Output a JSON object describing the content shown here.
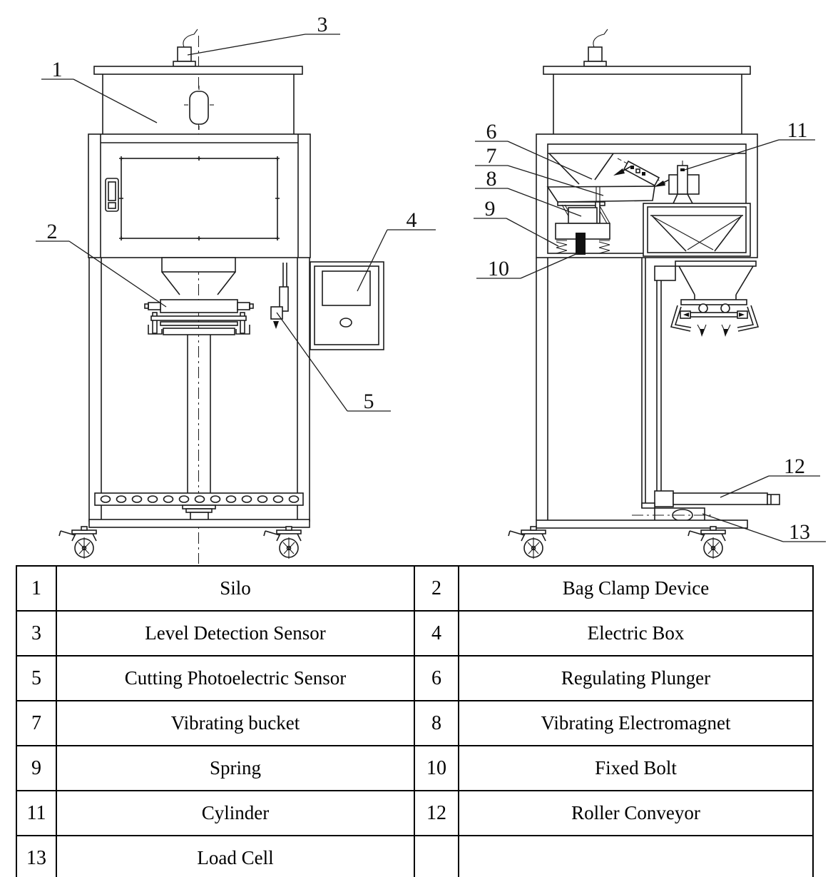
{
  "figure": {
    "callouts": [
      "1",
      "2",
      "3",
      "4",
      "5",
      "6",
      "7",
      "8",
      "9",
      "10",
      "11",
      "12",
      "13"
    ]
  },
  "parts_table": {
    "rows": [
      {
        "no_l": "1",
        "name_l": "Silo",
        "no_r": "2",
        "name_r": "Bag Clamp Device"
      },
      {
        "no_l": "3",
        "name_l": "Level Detection Sensor",
        "no_r": "4",
        "name_r": "Electric Box"
      },
      {
        "no_l": "5",
        "name_l": "Cutting Photoelectric Sensor",
        "no_r": "6",
        "name_r": "Regulating Plunger"
      },
      {
        "no_l": "7",
        "name_l": "Vibrating bucket",
        "no_r": "8",
        "name_r": "Vibrating Electromagnet"
      },
      {
        "no_l": "9",
        "name_l": "Spring",
        "no_r": "10",
        "name_r": "Fixed Bolt"
      },
      {
        "no_l": "11",
        "name_l": "Cylinder",
        "no_r": "12",
        "name_r": "Roller Conveyor"
      },
      {
        "no_l": "13",
        "name_l": "Load Cell",
        "no_r": "",
        "name_r": ""
      }
    ]
  }
}
